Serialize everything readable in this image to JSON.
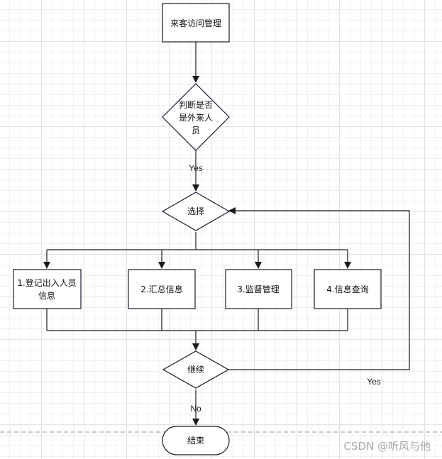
{
  "nodes": {
    "start": "来客访问管理",
    "judge_line1": "判断是否",
    "judge_line2": "是外来人",
    "judge_line3": "员",
    "choose": "选择",
    "opt1_line1": "1.登记出入人员",
    "opt1_line2": "信息",
    "opt2": "2.汇总信息",
    "opt3": "3.监督管理",
    "opt4": "4.信息查询",
    "continue": "继续",
    "end": "结束"
  },
  "edge_labels": {
    "judge_yes": "Yes",
    "continue_yes": "Yes",
    "continue_no": "No"
  },
  "watermark": "CSDN @听风与他"
}
